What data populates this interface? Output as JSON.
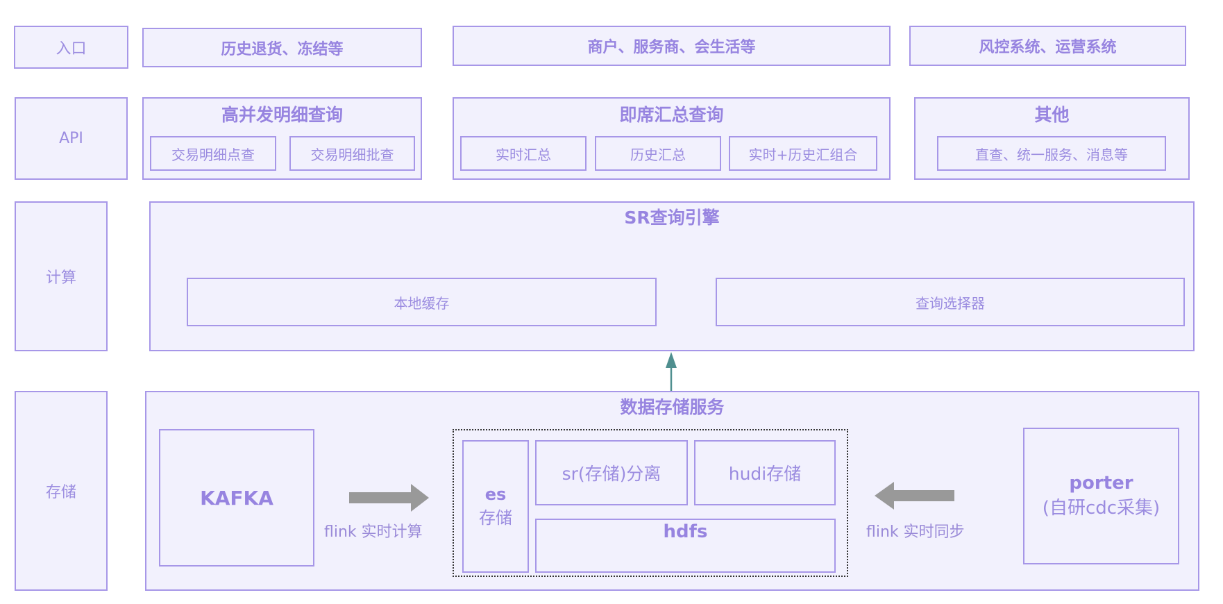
{
  "layers": {
    "entry": "入口",
    "api": "API",
    "compute": "计算",
    "storage": "存储"
  },
  "entry_row": {
    "history": "历史退货、冻结等",
    "merchant": "商户、服务商、会生活等",
    "risk": "风控系统、运营系统"
  },
  "api_row": {
    "detail": {
      "title": "高并发明细查询",
      "items": [
        "交易明细点查",
        "交易明细批查"
      ]
    },
    "adhoc": {
      "title": "即席汇总查询",
      "items": [
        "实时汇总",
        "历史汇总",
        "实时+历史汇组合"
      ]
    },
    "other": {
      "title": "其他",
      "items": [
        "直查、统一服务、消息等"
      ]
    }
  },
  "compute_row": {
    "title": "SR查询引擎",
    "local_cache": "本地缓存",
    "query_selector": "查询选择器"
  },
  "storage_row": {
    "title": "数据存储服务",
    "kafka": "KAFKA",
    "flink_compute": "flink 实时计算",
    "es_line1": "es",
    "es_line2": "存储",
    "sr": "sr(存储)分离",
    "hudi": "hudi存储",
    "hdfs": "hdfs",
    "flink_sync": "flink 实时同步",
    "porter_line1": "porter",
    "porter_line2": "(自研cdc采集)"
  },
  "colors": {
    "border": "#a797e8",
    "fill": "#f2f1fd",
    "text": "#9b8ce0",
    "arrow_gray": "#999999",
    "arrow_teal": "#4f8f8f"
  }
}
